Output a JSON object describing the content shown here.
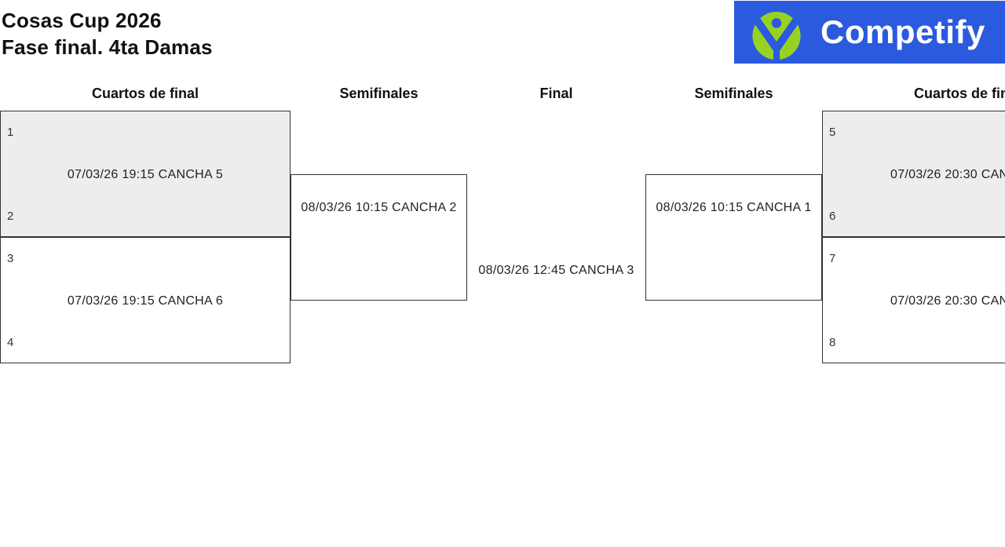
{
  "page": {
    "title_line1": "Cosas Cup 2026",
    "title_line2": "Fase final. 4ta Damas"
  },
  "logo": {
    "brand": "Competify",
    "icon": "person-in-circle-icon",
    "bg_color": "#2B5ADF",
    "icon_color": "#97D222",
    "text_color": "#FFFFFF"
  },
  "colors": {
    "box_border": "#333333",
    "box_fill_shaded": "#EDEDED",
    "box_fill_plain": "#FFFFFF",
    "text": "#111111"
  },
  "bracket": {
    "headers": [
      "Cuartos de final",
      "Semifinales",
      "Final",
      "Semifinales",
      "Cuartos de final"
    ],
    "matches": {
      "qf_l1": {
        "seed_top": "1",
        "seed_bottom": "2",
        "label": "07/03/26 19:15 CANCHA 5"
      },
      "qf_l2": {
        "seed_top": "3",
        "seed_bottom": "4",
        "label": "07/03/26 19:15 CANCHA 6"
      },
      "sf_l": {
        "label": "08/03/26 10:15 CANCHA 2"
      },
      "final": {
        "label": "08/03/26 12:45 CANCHA 3"
      },
      "sf_r": {
        "label": "08/03/26 10:15 CANCHA 1"
      },
      "qf_r1": {
        "seed_top": "5",
        "seed_bottom": "6",
        "label": "07/03/26 20:30 CAN"
      },
      "qf_r2": {
        "seed_top": "7",
        "seed_bottom": "8",
        "label": "07/03/26 20:30 CAN"
      }
    }
  }
}
